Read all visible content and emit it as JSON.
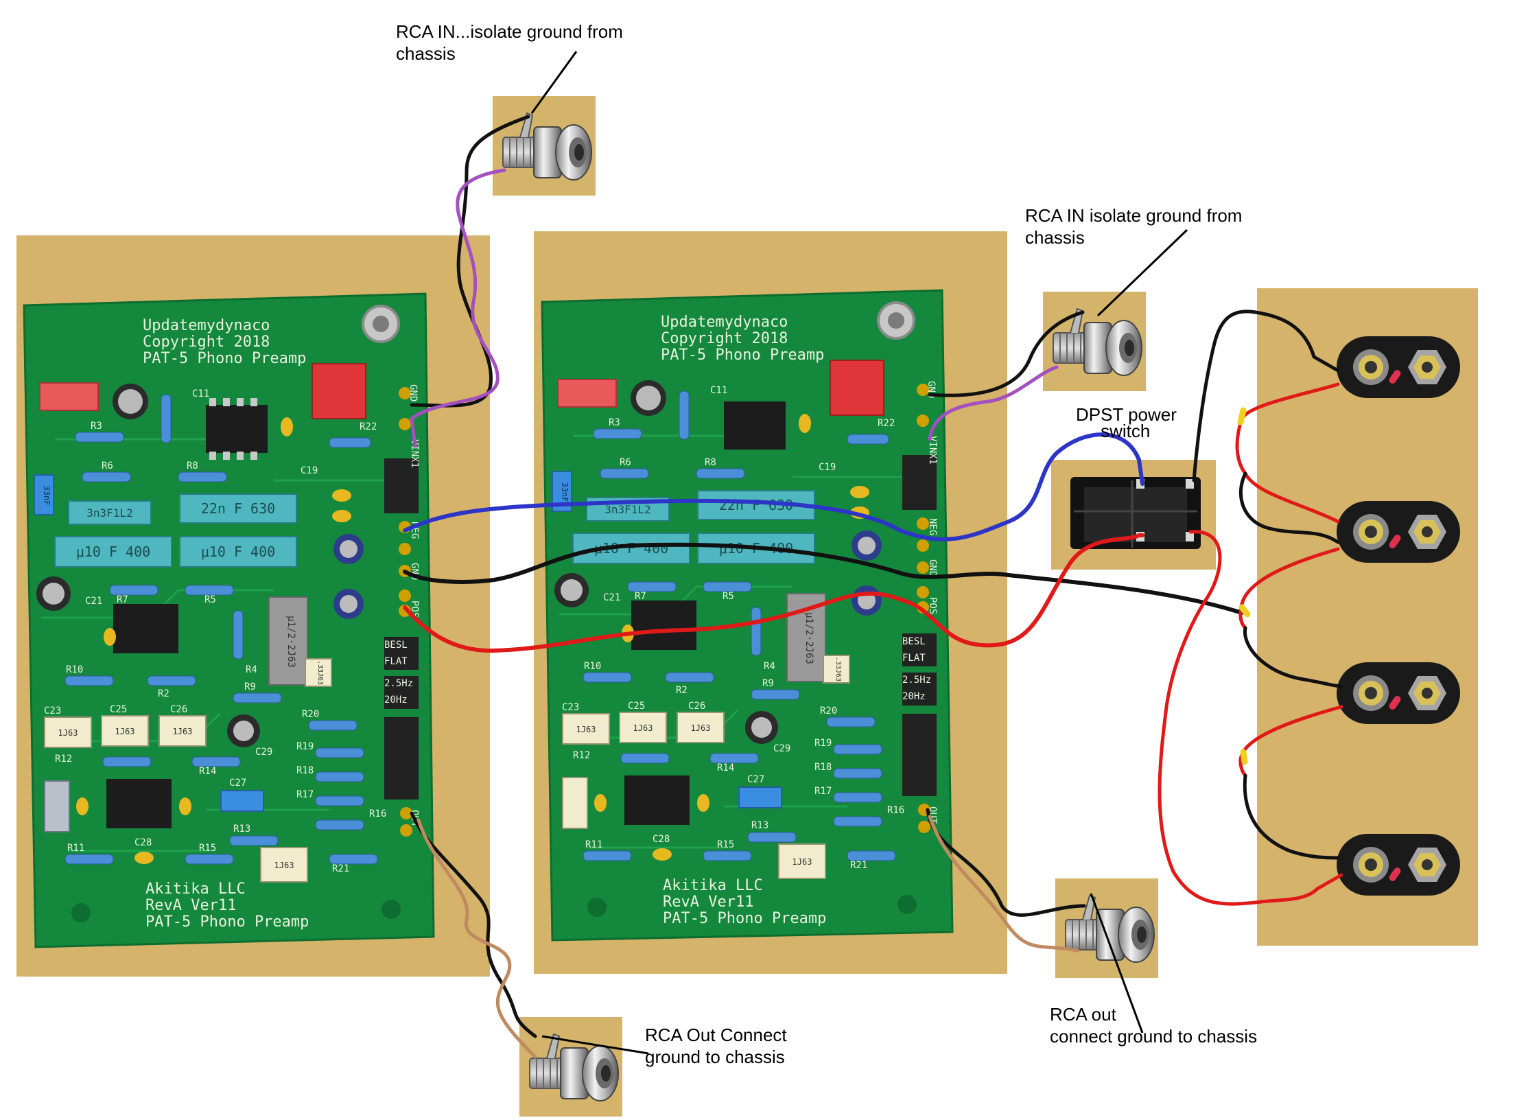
{
  "callouts": {
    "rca_in_left": "RCA IN...isolate ground from\nchassis",
    "rca_in_right": "RCA IN isolate ground from\nchassis",
    "dpst": "DPST power\n     switch",
    "rca_out_left": "RCA Out Connect\nground to chassis",
    "rca_out_right": "RCA out\nconnect ground to chassis"
  },
  "boards": [
    {
      "header": [
        "Updatemydynaco",
        "Copyright 2018",
        "PAT-5 Phono Preamp"
      ],
      "footer": [
        "Akitika LLC",
        "RevA Ver11",
        "PAT-5 Phono Preamp"
      ]
    },
    {
      "header": [
        "Updatemydynaco",
        "Copyright 2018",
        "PAT-5 Phono Preamp"
      ],
      "footer": [
        "Akitika LLC",
        "RevA Ver11",
        "PAT-5 Phono Preamp"
      ]
    }
  ],
  "components": {
    "cap_3n3": "3n3F1L2",
    "cap_22n": "22n F 630",
    "cap_u10a": "μ10 F 400",
    "cap_u10b": "μ10 F 400",
    "cap_33n": "33nF",
    "cap_1j63": "1J63",
    "cap_33j63": ".33J63",
    "cap_big": "μ1/2·2J63"
  },
  "silkscreen": {
    "refs": [
      "R3",
      "R6",
      "R8",
      "R22",
      "C19",
      "C11",
      "R7",
      "R5",
      "R4",
      "R10",
      "R2",
      "R9",
      "R20",
      "R19",
      "R18",
      "R17",
      "R16",
      "R12",
      "R14",
      "C27",
      "R11",
      "C28",
      "R15",
      "R13",
      "R21",
      "C23",
      "C25",
      "C26",
      "C29",
      "C21"
    ],
    "pins": [
      "GND",
      "VIN",
      "X1",
      "NEG",
      "GND",
      "POS",
      "OUT",
      "BESL",
      "FLAT",
      "2.5Hz",
      "20Hz"
    ]
  },
  "colors": {
    "pcb": "#14883c",
    "cardboard": "#d6b36b",
    "wire_blue": "#2d35c8",
    "wire_red": "#e01919",
    "wire_black": "#111111",
    "wire_purple": "#a450c0",
    "wire_tan": "#c08a60",
    "solder_yellow": "#f0d020"
  }
}
